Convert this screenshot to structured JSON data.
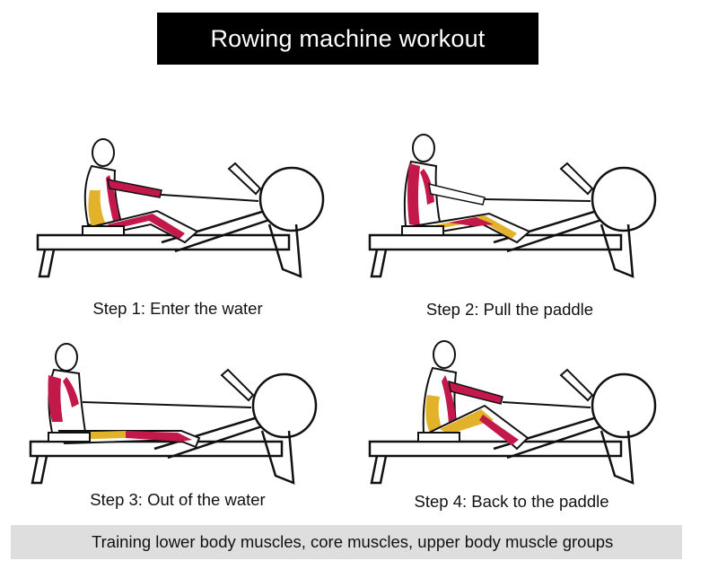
{
  "title": "Rowing machine workout",
  "steps": [
    {
      "label": "Step 1: Enter the water"
    },
    {
      "label": "Step 2: Pull the paddle"
    },
    {
      "label": "Step 3: Out of the water"
    },
    {
      "label": "Step 4: Back to the paddle"
    }
  ],
  "footer": "Training lower body muscles, core muscles, upper body muscle groups",
  "colors": {
    "muscle_red": "#c2184a",
    "muscle_yellow": "#e2b32a",
    "outline": "#111111",
    "title_bg": "#000000",
    "footer_bg": "#dedede"
  }
}
